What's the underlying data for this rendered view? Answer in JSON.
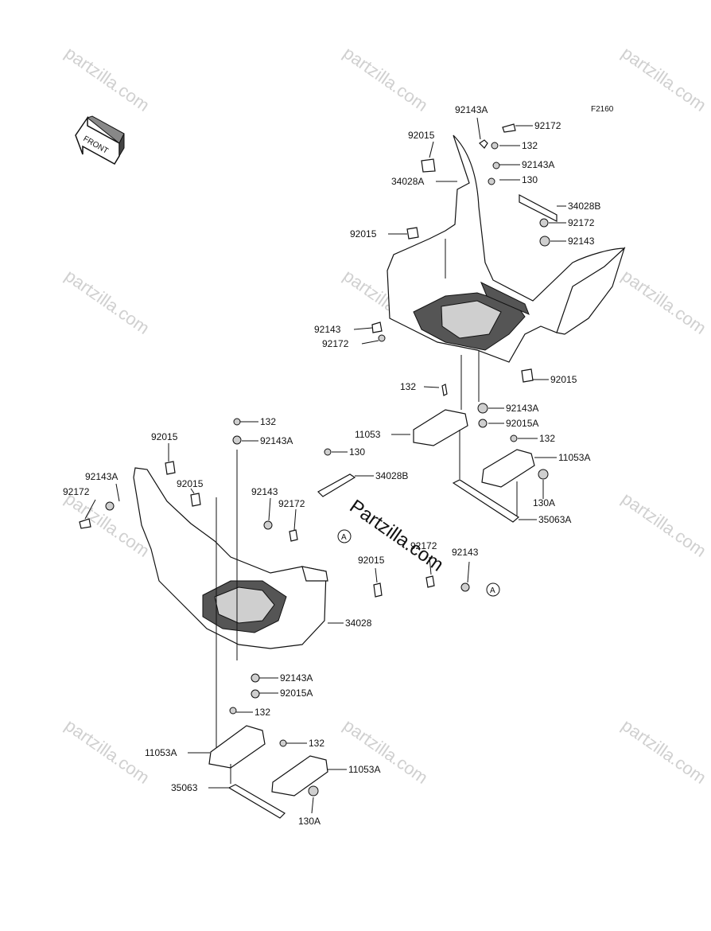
{
  "diagram": {
    "figure_code": "F2160",
    "front_arrow_label": "FRONT",
    "watermark_text": "partzilla.com",
    "main_watermark_text": "Partzilla.com",
    "ref_marker": "A",
    "labels": {
      "l_92143A_top": "92143A",
      "l_92172_top": "92172",
      "l_92015_top": "92015",
      "l_132_top": "132",
      "l_92143A_top2": "92143A",
      "l_130_top": "130",
      "l_34028A": "34028A",
      "l_34028B_top": "34028B",
      "l_92172_top2": "92172",
      "l_92015_mid": "92015",
      "l_92143_top": "92143",
      "l_92143_left": "92143",
      "l_92172_left": "92172",
      "l_92015_right": "92015",
      "l_132_mid": "132",
      "l_92143A_mid": "92143A",
      "l_11053_mid": "11053",
      "l_92015A_mid": "92015A",
      "l_132_right": "132",
      "l_11053A_right": "11053A",
      "l_130A_right": "130A",
      "l_35063A": "35063A",
      "l_132_low": "132",
      "l_92143A_low": "92143A",
      "l_92015_low": "92015",
      "l_92143A_far": "92143A",
      "l_92172_far": "92172",
      "l_92015_low2": "92015",
      "l_130_low": "130",
      "l_34028B_low": "34028B",
      "l_92143_low": "92143",
      "l_92172_low": "92172",
      "l_92172_center": "92172",
      "l_92143_center": "92143",
      "l_92015_center": "92015",
      "l_34028": "34028",
      "l_92143A_bottom": "92143A",
      "l_92015A_bottom": "92015A",
      "l_132_bottom": "132",
      "l_11053A_bottom_left": "11053A",
      "l_132_bottom2": "132",
      "l_11053A_bottom_right": "11053A",
      "l_35063": "35063",
      "l_130A_bottom": "130A"
    }
  }
}
